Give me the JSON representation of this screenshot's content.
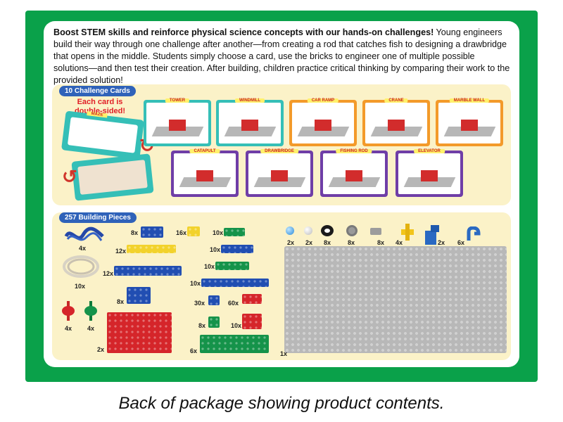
{
  "intro": {
    "lead": "Boost STEM skills and reinforce physical science concepts with our hands-on challenges!",
    "body": " Young engineers build their way through one challenge after another—from creating a rod that catches fish to designing a drawbridge that opens in the middle. Students simply choose a card, use the bricks to engineer one of multiple possible solutions—and then test their creation. After building, children practice critical thinking by comparing their work to the provided solution!"
  },
  "challenge_panel": {
    "title": "10 Challenge Cards",
    "note_line1": "Each card is",
    "note_line2": "double-sided!",
    "sample_card": "MAZE",
    "cards": [
      {
        "label": "TOWER",
        "color": "teal"
      },
      {
        "label": "WINDMILL",
        "color": "teal"
      },
      {
        "label": "CAR RAMP",
        "color": "orange"
      },
      {
        "label": "CRANE",
        "color": "orange"
      },
      {
        "label": "MARBLE WALL",
        "color": "orange"
      },
      {
        "label": "CATAPULT",
        "color": "purple"
      },
      {
        "label": "DRAWBRIDGE",
        "color": "purple"
      },
      {
        "label": "FISHING ROD",
        "color": "purple"
      },
      {
        "label": "ELEVATOR",
        "color": "purple"
      }
    ]
  },
  "pieces_panel": {
    "title": "257 Building Pieces",
    "quantities": {
      "string": "4x",
      "rubber_band": "10x",
      "red_wheel": "4x",
      "green_wheel": "4x",
      "blue_2x4": "8x",
      "yellow_1x8": "12x",
      "blue_1x12": "12x",
      "blue_2x2": "8x",
      "red_plate": "2x",
      "yellow_small": "16x",
      "green_1x4": "10x",
      "blue_1x6": "10x",
      "green_1x6": "10x",
      "blue_1x10": "10x",
      "blue_1x1": "30x",
      "red_1x2": "60x",
      "green_2x2": "8x",
      "red_2x2": "10x",
      "green_plate": "6x",
      "blue_marble": "2x",
      "white_marble": "2x",
      "black_tire": "8x",
      "gray_hub": "8x",
      "gray_connector": "8x",
      "yellow_axle": "4x",
      "blue_crank": "2x",
      "blue_hook": "6x",
      "base_plate": "1x"
    }
  },
  "caption": "Back of package showing product contents.",
  "colors": {
    "frame": "#0aa14a",
    "panel": "#fbf2c8",
    "tag": "#2f62b9",
    "note": "#e01f26"
  }
}
